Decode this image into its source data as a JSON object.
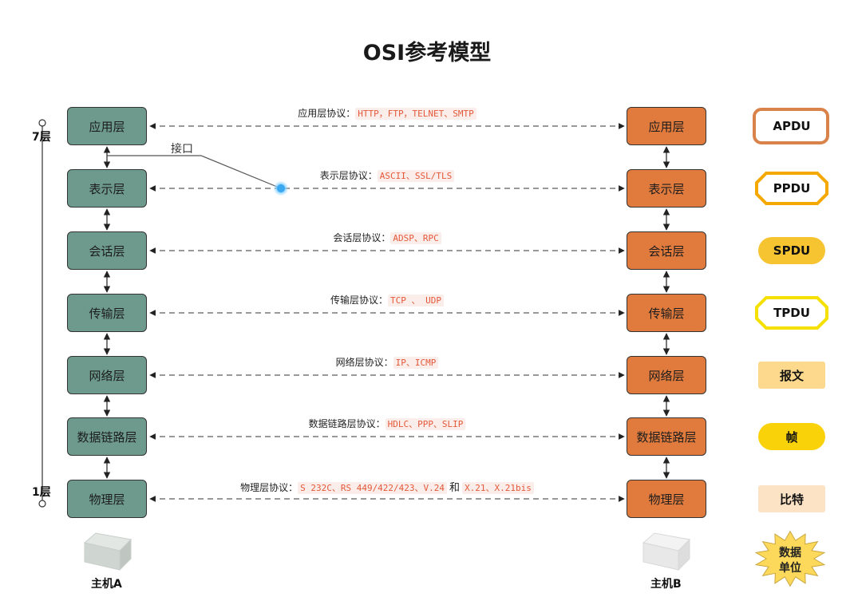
{
  "title": "OSI参考模型",
  "host_a": {
    "label": "主机A",
    "layers": [
      "应用层",
      "表示层",
      "会话层",
      "传输层",
      "网络层",
      "数据链路层",
      "物理层"
    ]
  },
  "host_b": {
    "label": "主机B",
    "layers": [
      "应用层",
      "表示层",
      "会话层",
      "传输层",
      "网络层",
      "数据链路层",
      "物理层"
    ]
  },
  "protocols": [
    {
      "prefix": "应用层协议：",
      "codes": [
        "HTTP，FTP，TELNET、SMTP"
      ]
    },
    {
      "prefix": "表示层协议：",
      "codes": [
        "ASCII、SSL/TLS"
      ]
    },
    {
      "prefix": "会话层协议：",
      "codes": [
        "ADSP、RPC"
      ]
    },
    {
      "prefix": "传输层协议：",
      "codes": [
        "TCP 、 UDP"
      ]
    },
    {
      "prefix": "网络层协议：",
      "codes": [
        "IP、ICMP"
      ]
    },
    {
      "prefix": "数据链路层协议：",
      "codes": [
        "HDLC、PPP、SLIP"
      ]
    },
    {
      "prefix": "物理层协议：",
      "codes": [
        "S 232C、RS 449/422/423、V.24",
        "X.21、X.21bis"
      ],
      "joiner": "和"
    }
  ],
  "pdus": [
    {
      "label": "APDU",
      "shape": "rounded-outline",
      "color": "#d9834a"
    },
    {
      "label": "PPDU",
      "shape": "octagon-outline",
      "color": "#f5a800"
    },
    {
      "label": "SPDU",
      "shape": "pill-filled",
      "color": "#f7c431"
    },
    {
      "label": "TPDU",
      "shape": "octagon-outline",
      "color": "#f5e000"
    },
    {
      "label": "报文",
      "shape": "rect-filled",
      "color": "#fcd98c"
    },
    {
      "label": "帧",
      "shape": "pill-filled",
      "color": "#fad20a"
    },
    {
      "label": "比特",
      "shape": "rect-filled",
      "color": "#fde3c6"
    }
  ],
  "data_unit_badge": {
    "line1": "数据",
    "line2": "单位",
    "color": "#fcd95a"
  },
  "scale": {
    "top_label": "7层",
    "bottom_label": "1层"
  },
  "interface_label": "接口"
}
